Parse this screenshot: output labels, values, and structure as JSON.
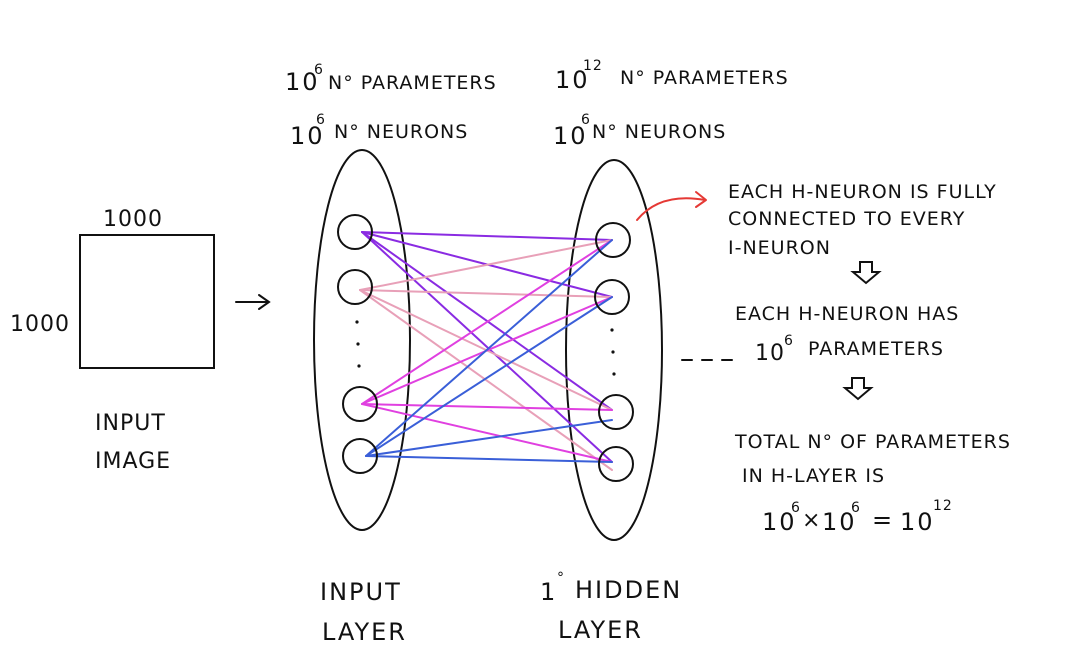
{
  "input_image": {
    "width_label": "1000",
    "height_label": "1000",
    "caption_line1": "INPUT",
    "caption_line2": "IMAGE"
  },
  "input_layer": {
    "params_base": "10",
    "params_exp": "6",
    "params_text": "N° PARAMETERS",
    "neurons_base": "10",
    "neurons_exp": "6",
    "neurons_text": "N° NEURONS",
    "caption_line1": "INPUT",
    "caption_line2": "LAYER"
  },
  "hidden_layer": {
    "params_base": "10",
    "params_exp": "12",
    "params_text": "N° PARAMETERS",
    "neurons_base": "10",
    "neurons_exp": "6",
    "neurons_text": "N° NEURONS",
    "caption_ordinal": "1",
    "caption_ordinal_mark": "°",
    "caption_line1_rest": "HIDDEN",
    "caption_line2": "LAYER"
  },
  "notes": {
    "line1": "EACH H-NEURON IS FULLY",
    "line2": "CONNECTED TO EVERY",
    "line3": "I-NEURON",
    "line4": "EACH H-NEURON HAS",
    "line5_base": "10",
    "line5_exp": "6",
    "line5_text": "PARAMETERS",
    "line6": "TOTAL N° OF PARAMETERS",
    "line7": "IN H-LAYER IS",
    "eq_a_base": "10",
    "eq_a_exp": "6",
    "eq_times": "×",
    "eq_b_base": "10",
    "eq_b_exp": "6",
    "eq_equals": "=",
    "eq_c_base": "10",
    "eq_c_exp": "12"
  },
  "colors": {
    "violet": "#8a2be2",
    "pink": "#e8a0b8",
    "magenta": "#e040e0",
    "blue": "#3a5fd8",
    "red": "#e53935",
    "ink": "#111111"
  }
}
